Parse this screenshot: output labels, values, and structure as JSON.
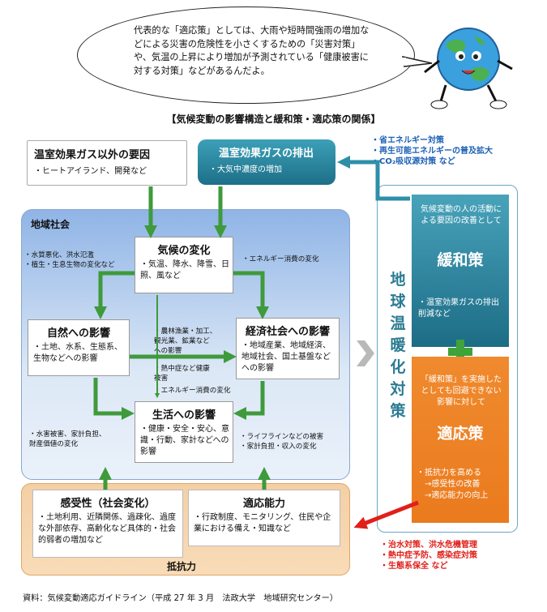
{
  "bubble_text": "代表的な「適応策」としては、大雨や短時間強雨の増加などによる災害の危険性を小さくするための「災害対策」や、気温の上昇により増加が予測されている「健康被害に対する対策」などがあるんだよ。",
  "heading": "【気候変動の影響構造と緩和策・適応策の関係】",
  "top_left": {
    "title": "温室効果ガス以外の要因",
    "item": "・ヒートアイランド、開発など"
  },
  "top_mid": {
    "title": "温室効果ガスの排出",
    "item": "・大気中濃度の増加"
  },
  "mitigation_list": [
    "・省エネルギー対策",
    "・再生可能エネルギーの普及拡大",
    "・CO₂吸収源対策 など"
  ],
  "region_label": "地域社会",
  "climate": {
    "title": "気候の変化",
    "item": "・気温、降水、降雪、日照、風など"
  },
  "note_left_top": [
    "・水質悪化、洪水氾濫",
    "・植生・生息生物の変化など"
  ],
  "note_energy1": "・エネルギー消費の変化",
  "nature": {
    "title": "自然への影響",
    "item": "・土地、水系、生態系、生物などへの影響"
  },
  "economy": {
    "title": "経済社会への影響",
    "item": "・地域産業、地域経済、地域社会、国土基盤などへの影響"
  },
  "note_center": [
    "・農林漁業・加工、",
    "観光業、鉱業など",
    "への影響"
  ],
  "note_heat": [
    "・熱中症など健康",
    "被害"
  ],
  "note_energy2": "・エネルギー消費の変化",
  "life": {
    "title": "生活への影響",
    "item": "・健康・安全・安心、意識・行動、家計などへの影響"
  },
  "note_left_bottom": [
    "・水害被害、家計負担、",
    "財産価値の変化"
  ],
  "note_right_bottom": [
    "・ライフラインなどの被害",
    "・家計負担・収入の変化"
  ],
  "sensitivity": {
    "title": "感受性（社会変化）",
    "item": "・土地利用、近隣関係、過疎化、過度な外部依存、高齢化など具体的・社会的弱者の増加など"
  },
  "adaptive": {
    "title": "適応能力",
    "item": "・行政制度、モニタリング、住民や企業における備え・知識など"
  },
  "resistance_label": "抵抗力",
  "vertical_title": [
    "地",
    "球",
    "温",
    "暖",
    "化",
    "対",
    "策"
  ],
  "mitigation_panel": {
    "top": "気候変動の人の活動による要因の改善として",
    "title": "緩和策",
    "item": "・温室効果ガスの排出削減など"
  },
  "plus": "+",
  "adaptation_panel": {
    "top": "「緩和策」を実施したとしても回避できない影響に対して",
    "title": "適応策",
    "items": [
      "・抵抗力を高める",
      "→感受性の改善",
      "→適応能力の向上"
    ]
  },
  "adaptation_list": [
    "・治水対策、洪水危機管理",
    "・熱中症予防、感染症対策",
    "・生態系保全 など"
  ],
  "source": "資料：気候変動適応ガイドライン（平成 27 年 3 月　法政大学　地域研究センター）",
  "colors": {
    "green": "#3f9a3c",
    "teal": "#2e8fa8",
    "orange": "#e8822b",
    "red": "#e0201a",
    "blue_text": "#1a5fb4"
  }
}
